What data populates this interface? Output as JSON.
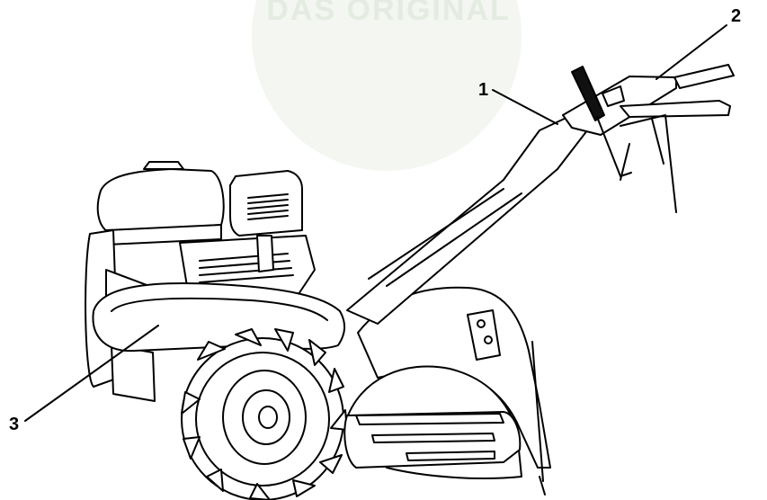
{
  "watermark": {
    "text": "DAS ORIGINAL",
    "color": "#e4ebe1"
  },
  "callouts": [
    {
      "id": "1",
      "label": "1"
    },
    {
      "id": "2",
      "label": "2"
    },
    {
      "id": "3",
      "label": "3"
    }
  ],
  "colors": {
    "stroke": "#000000",
    "fill": "#ffffff",
    "grip": "#111111"
  }
}
